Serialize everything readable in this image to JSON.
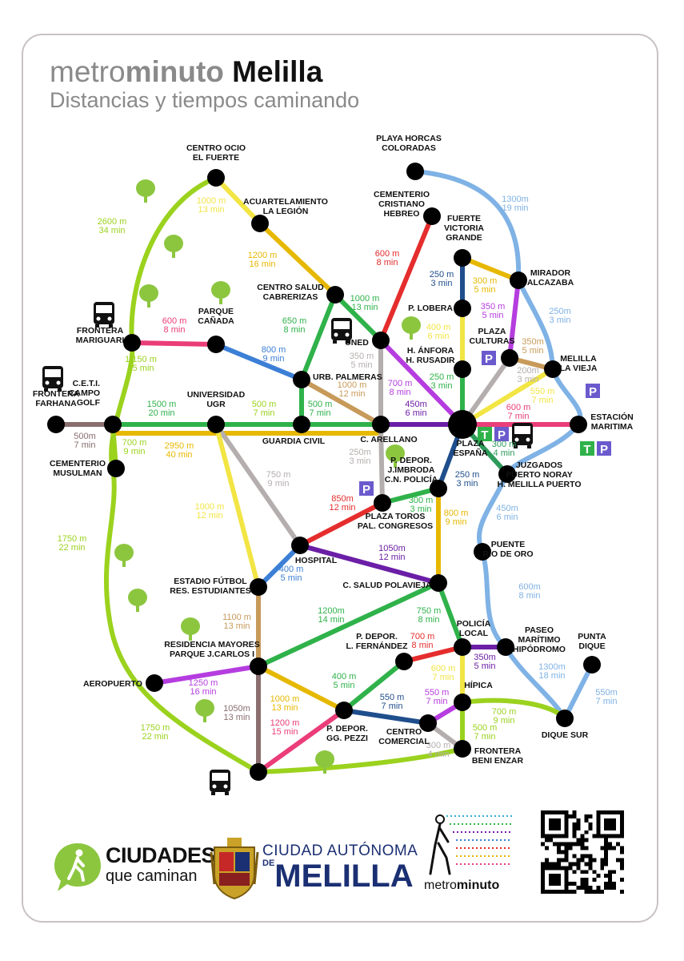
{
  "header": {
    "brand_light": "metro",
    "brand_bold": "minuto",
    "city": "Melilla",
    "subtitle": "Distancias y tiempos caminando"
  },
  "colors": {
    "lime": "#9bd21e",
    "yellow": "#f2e544",
    "mustard": "#e6b800",
    "green": "#2fb24a",
    "blue": "#3c7fd6",
    "lightblue": "#7fb2e5",
    "navy": "#1f4e8c",
    "red": "#e52d2d",
    "pink": "#ea3d79",
    "purple": "#6b1ea6",
    "violet": "#b53ddf",
    "grey": "#b5aeae",
    "brown": "#8a6f6f",
    "tan": "#c79a5a",
    "teal": "#2e9a5a"
  },
  "stations": [
    {
      "id": "centro_ocio",
      "label": [
        "CENTRO OCIO",
        "EL FUERTE"
      ]
    },
    {
      "id": "acuartelamiento",
      "label": [
        "ACUARTELAMIENTO",
        "LA LEGIÓN"
      ]
    },
    {
      "id": "centro_salud_cab",
      "label": [
        "CENTRO SALUD",
        "CABRERIZAS"
      ]
    },
    {
      "id": "parque_canada",
      "label": [
        "PARQUE",
        "CAÑADA"
      ]
    },
    {
      "id": "frontera_mariguari",
      "label": [
        "FRONTERA",
        "MARIGUARI"
      ]
    },
    {
      "id": "urb_palmeras",
      "label": [
        "URB. PALMERAS"
      ]
    },
    {
      "id": "frontera_farhana",
      "label": [
        "FRONTERA",
        "FARHANA"
      ]
    },
    {
      "id": "ceti",
      "label": [
        "C.E.T.I.",
        "CAMPO",
        "GOLF"
      ]
    },
    {
      "id": "universidad",
      "label": [
        "UNIVERSIDAD",
        "UGR"
      ]
    },
    {
      "id": "guardia_civil",
      "label": [
        "GUARDIA CIVIL"
      ]
    },
    {
      "id": "cementerio_mus",
      "label": [
        "CEMENTERIO",
        "MUSULMAN"
      ]
    },
    {
      "id": "uned",
      "label": [
        "UNED"
      ]
    },
    {
      "id": "c_arellano",
      "label": [
        "C. ARELLANO"
      ]
    },
    {
      "id": "playa_horcas",
      "label": [
        "PLAYA HORCAS",
        "COLORADAS"
      ]
    },
    {
      "id": "cementerio_cris",
      "label": [
        "CEMENTERIO",
        "CRISTIANO",
        "HEBREO"
      ]
    },
    {
      "id": "fuerte_victoria",
      "label": [
        "FUERTE",
        "VICTORIA",
        "GRANDE"
      ]
    },
    {
      "id": "mirador",
      "label": [
        "MIRADOR",
        "ALCAZABA"
      ]
    },
    {
      "id": "p_lobera",
      "label": [
        "P. LOBERA"
      ]
    },
    {
      "id": "plaza_culturas",
      "label": [
        "PLAZA",
        "CULTURAS"
      ]
    },
    {
      "id": "h_anfora",
      "label": [
        "H. ÁNFORA",
        "H. RUSADIR"
      ]
    },
    {
      "id": "melilla_vieja",
      "label": [
        "MELILLA",
        "LA VIEJA"
      ]
    },
    {
      "id": "plaza_espana",
      "label": [
        "PLAZA",
        "ESPAÑA"
      ]
    },
    {
      "id": "estacion_maritima",
      "label": [
        "ESTACIÓN",
        "MARITIMA"
      ]
    },
    {
      "id": "juzgados",
      "label": [
        "JUZGADOS",
        "PUERTO NORAY",
        "H. MELILLA PUERTO"
      ]
    },
    {
      "id": "p_depor_imbroda",
      "label": [
        "P. DEPOR.",
        "J.IMBRODA",
        "C.N. POLICÍA"
      ]
    },
    {
      "id": "plaza_toros",
      "label": [
        "PLAZA TOROS",
        "PAL. CONGRESOS"
      ]
    },
    {
      "id": "puente_rio",
      "label": [
        "PUENTE",
        "RÍO DE ORO"
      ]
    },
    {
      "id": "hospital",
      "label": [
        "HOSPITAL"
      ]
    },
    {
      "id": "c_salud_polavieja",
      "label": [
        "C. SALUD POLAVIEJA"
      ]
    },
    {
      "id": "estadio",
      "label": [
        "ESTADIO FÚTBOL",
        "RES. ESTUDIANTES"
      ]
    },
    {
      "id": "policia_local",
      "label": [
        "POLICÍA",
        "LOCAL"
      ]
    },
    {
      "id": "paseo_maritimo",
      "label": [
        "PASEO",
        "MARÍTIMO",
        "HIPÓDROMO"
      ]
    },
    {
      "id": "punta_dique",
      "label": [
        "PUNTA",
        "DIQUE"
      ]
    },
    {
      "id": "residencia",
      "label": [
        "RESIDENCIA MAYORES",
        "PARQUE J.CARLOS I"
      ]
    },
    {
      "id": "p_depor_fernandez",
      "label": [
        "P. DEPOR.",
        "L. FERNÁNDEZ"
      ]
    },
    {
      "id": "aeropuerto",
      "label": [
        "AEROPUERTO"
      ]
    },
    {
      "id": "hipica",
      "label": [
        "HÍPICA"
      ]
    },
    {
      "id": "dique_sur",
      "label": [
        "DIQUE SUR"
      ]
    },
    {
      "id": "p_depor_pezzi",
      "label": [
        "P. DEPOR.",
        "GG. PEZZI"
      ]
    },
    {
      "id": "centro_comercial",
      "label": [
        "CENTRO",
        "COMERCIAL"
      ]
    },
    {
      "id": "frontera_beni",
      "label": [
        "FRONTERA",
        "BENI ENZAR"
      ]
    },
    {
      "id": "bottom_node",
      "label": []
    }
  ],
  "distances": [
    {
      "id": "d1",
      "color": "lime",
      "text": [
        "2600 m",
        "34 min"
      ]
    },
    {
      "id": "d2",
      "color": "yellow",
      "text": [
        "1000 m",
        "13 min"
      ]
    },
    {
      "id": "d3",
      "color": "mustard",
      "text": [
        "1200 m",
        "16 min"
      ]
    },
    {
      "id": "d4",
      "color": "green",
      "text": [
        "1000 m",
        "13 min"
      ]
    },
    {
      "id": "d5",
      "color": "green",
      "text": [
        "650 m",
        "8 min"
      ]
    },
    {
      "id": "d6",
      "color": "pink",
      "text": [
        "600 m",
        "8 min"
      ]
    },
    {
      "id": "d7",
      "color": "blue",
      "text": [
        "800 m",
        "9 min"
      ]
    },
    {
      "id": "d8",
      "color": "lime",
      "text": [
        "1.150 m",
        "15 min"
      ]
    },
    {
      "id": "d9",
      "color": "tan",
      "text": [
        "1000 m",
        "12 min"
      ]
    },
    {
      "id": "d10",
      "color": "grey",
      "text": [
        "350 m",
        "5 min"
      ]
    },
    {
      "id": "d11",
      "color": "green",
      "text": [
        "1500 m",
        "20 min"
      ]
    },
    {
      "id": "d12",
      "color": "lime",
      "text": [
        "500 m",
        "7 min"
      ]
    },
    {
      "id": "d13",
      "color": "green",
      "text": [
        "500 m",
        "7 min"
      ]
    },
    {
      "id": "d14",
      "color": "brown",
      "text": [
        "500m",
        "7 min"
      ]
    },
    {
      "id": "d15",
      "color": "lime",
      "text": [
        "700 m",
        "9 min"
      ]
    },
    {
      "id": "d16",
      "color": "mustard",
      "text": [
        "2950 m",
        "40 min"
      ]
    },
    {
      "id": "d17",
      "color": "purple",
      "text": [
        "450m",
        "6 min"
      ]
    },
    {
      "id": "d18",
      "color": "violet",
      "text": [
        "700 m",
        "8 min"
      ]
    },
    {
      "id": "d19",
      "color": "red",
      "text": [
        "600 m",
        "8 min"
      ]
    },
    {
      "id": "d20",
      "color": "navy",
      "text": [
        "250 m",
        "3 min"
      ]
    },
    {
      "id": "d21",
      "color": "mustard",
      "text": [
        "300 m",
        "5 min"
      ]
    },
    {
      "id": "d22",
      "color": "violet",
      "text": [
        "350 m",
        "5 min"
      ]
    },
    {
      "id": "d23",
      "color": "yellow",
      "text": [
        "400 m",
        "6 min"
      ]
    },
    {
      "id": "d24",
      "color": "lightblue",
      "text": [
        "1300m",
        "19 min"
      ]
    },
    {
      "id": "d25",
      "color": "lightblue",
      "text": [
        "250m",
        "3 min"
      ]
    },
    {
      "id": "d26",
      "color": "green",
      "text": [
        "250 m",
        "3 min"
      ]
    },
    {
      "id": "d27",
      "color": "tan",
      "text": [
        "350m",
        "5 min"
      ]
    },
    {
      "id": "d28",
      "color": "grey",
      "text": [
        "200m",
        "3 min"
      ]
    },
    {
      "id": "d29",
      "color": "yellow",
      "text": [
        "550 m",
        "7 min"
      ]
    },
    {
      "id": "d30",
      "color": "pink",
      "text": [
        "600 m",
        "7 min"
      ]
    },
    {
      "id": "d31",
      "color": "teal",
      "text": [
        "300 m",
        "4 min"
      ]
    },
    {
      "id": "d32",
      "color": "grey",
      "text": [
        "250m",
        "3 min"
      ]
    },
    {
      "id": "d33",
      "color": "navy",
      "text": [
        "250 m",
        "3 min"
      ]
    },
    {
      "id": "d34",
      "color": "grey",
      "text": [
        "750 m",
        "9 min"
      ]
    },
    {
      "id": "d35",
      "color": "yellow",
      "text": [
        "1000 m",
        "12 min"
      ]
    },
    {
      "id": "d36",
      "color": "red",
      "text": [
        "850m",
        "12 min"
      ]
    },
    {
      "id": "d37",
      "color": "green",
      "text": [
        "300 m",
        "3 min"
      ]
    },
    {
      "id": "d38",
      "color": "mustard",
      "text": [
        "800 m",
        "9 min"
      ]
    },
    {
      "id": "d39",
      "color": "lightblue",
      "text": [
        "450m",
        "6 min"
      ]
    },
    {
      "id": "d40",
      "color": "lime",
      "text": [
        "1750 m",
        "22 min"
      ]
    },
    {
      "id": "d41",
      "color": "purple",
      "text": [
        "1050m",
        "12 min"
      ]
    },
    {
      "id": "d42",
      "color": "blue",
      "text": [
        "400 m",
        "5 min"
      ]
    },
    {
      "id": "d43",
      "color": "tan",
      "text": [
        "1100 m",
        "13 min"
      ]
    },
    {
      "id": "d44",
      "color": "green",
      "text": [
        "1200m",
        "14 min"
      ]
    },
    {
      "id": "d45",
      "color": "green",
      "text": [
        "750 m",
        "8 min"
      ]
    },
    {
      "id": "d46",
      "color": "lightblue",
      "text": [
        "600m",
        "8 min"
      ]
    },
    {
      "id": "d47",
      "color": "red",
      "text": [
        "700 m",
        "8 min"
      ]
    },
    {
      "id": "d48",
      "color": "purple",
      "text": [
        "350m",
        "5 min"
      ]
    },
    {
      "id": "d49",
      "color": "lightblue",
      "text": [
        "1300m",
        "18 min"
      ]
    },
    {
      "id": "d50",
      "color": "lightblue",
      "text": [
        "550m",
        "7 min"
      ]
    },
    {
      "id": "d51",
      "color": "violet",
      "text": [
        "1250 m",
        "16 min"
      ]
    },
    {
      "id": "d52",
      "color": "green",
      "text": [
        "400 m",
        "5 min"
      ]
    },
    {
      "id": "d53",
      "color": "yellow",
      "text": [
        "600 m",
        "7 min"
      ]
    },
    {
      "id": "d54",
      "color": "mustard",
      "text": [
        "1000 m",
        "13 min"
      ]
    },
    {
      "id": "d55",
      "color": "brown",
      "text": [
        "1050m",
        "13 min"
      ]
    },
    {
      "id": "d56",
      "color": "pink",
      "text": [
        "1200 m",
        "15 min"
      ]
    },
    {
      "id": "d57",
      "color": "navy",
      "text": [
        "550 m",
        "7 min"
      ]
    },
    {
      "id": "d58",
      "color": "violet",
      "text": [
        "550 m",
        "7 min"
      ]
    },
    {
      "id": "d59",
      "color": "lime",
      "text": [
        "700 m",
        "9 min"
      ]
    },
    {
      "id": "d60",
      "color": "lime",
      "text": [
        "1750 m",
        "22 min"
      ]
    },
    {
      "id": "d61",
      "color": "lime",
      "text": [
        "500 m",
        "7 min"
      ]
    },
    {
      "id": "d62",
      "color": "grey",
      "text": [
        "300 m",
        "4 min"
      ]
    }
  ],
  "symbols": {
    "parking": "P",
    "taxi": "T"
  },
  "footer": {
    "ciudades_1": "CIUDADES",
    "ciudades_2": "que caminan",
    "melilla_1": "CIUDAD AUTÓNOMA",
    "melilla_de": "DE",
    "melilla_2": "MELILLA",
    "metrominuto_light": "metro",
    "metrominuto_bold": "minuto"
  }
}
